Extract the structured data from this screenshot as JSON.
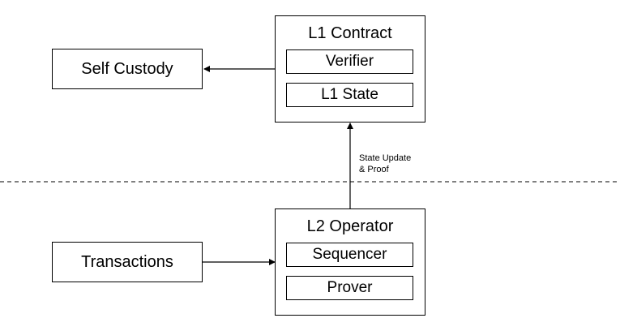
{
  "nodes": {
    "self_custody": "Self Custody",
    "transactions": "Transactions",
    "l1_contract": {
      "title": "L1 Contract",
      "verifier": "Verifier",
      "l1_state": "L1 State"
    },
    "l2_operator": {
      "title": "L2 Operator",
      "sequencer": "Sequencer",
      "prover": "Prover"
    }
  },
  "edges": [
    {
      "from": "l1_contract",
      "to": "self_custody",
      "label": ""
    },
    {
      "from": "l2_operator",
      "to": "l1_contract",
      "label": "State Update\n& Proof"
    },
    {
      "from": "transactions",
      "to": "l2_operator",
      "label": ""
    }
  ],
  "divider": {
    "style": "dashed"
  }
}
